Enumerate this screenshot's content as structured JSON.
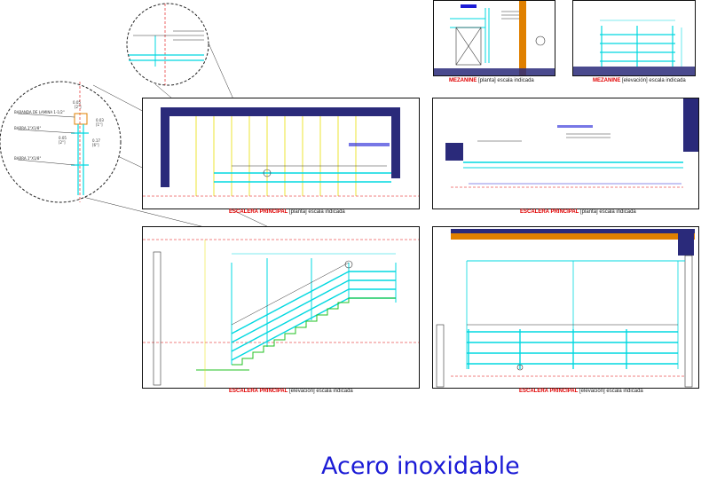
{
  "title": "Acero inoxidable",
  "captions": {
    "mezz_plan": {
      "name": "MEZANINE",
      "view": "[planta]",
      "scale": "escala indicada"
    },
    "mezz_elev": {
      "name": "MEZANINE",
      "view": "[elevación]",
      "scale": "escala indicada"
    },
    "stair_plan_left": {
      "name": "ESCALERA PRINCIPAL",
      "view": "[planta]",
      "scale": "escala indicada"
    },
    "stair_plan_right": {
      "name": "ESCALERA PRINCIPAL",
      "view": "[planta]",
      "scale": "escala indicada"
    },
    "stair_elev_left": {
      "name": "ESCALERA PRINCIPAL",
      "view": "[elevación]",
      "scale": "escala indicada"
    },
    "stair_elev_right": {
      "name": "ESCALERA PRINCIPAL",
      "view": "[elevación]",
      "scale": "escala indicada"
    }
  },
  "detail_labels": {
    "pipe": "BARANDA DE LAMINA 1-1/2\"",
    "bar_top": "BARRA 1\"X1/8\"",
    "bar_bottom": "BARRA 1\"X1/8\"",
    "dim_a": "0.05",
    "dim_a_in": "[2\"]",
    "dim_b": "0.03",
    "dim_b_in": "[1\"]",
    "dim_c": "0.05",
    "dim_c_in": "[2\"]",
    "dim_d": "0.17",
    "dim_d_in": "[6\"]"
  },
  "colors": {
    "line": "#00d8e0",
    "wall": "#2a2a7a",
    "yellow": "#e8e000",
    "green": "#20c020",
    "red": "#e00000",
    "orange": "#e08000",
    "title": "#1c1cd6"
  }
}
